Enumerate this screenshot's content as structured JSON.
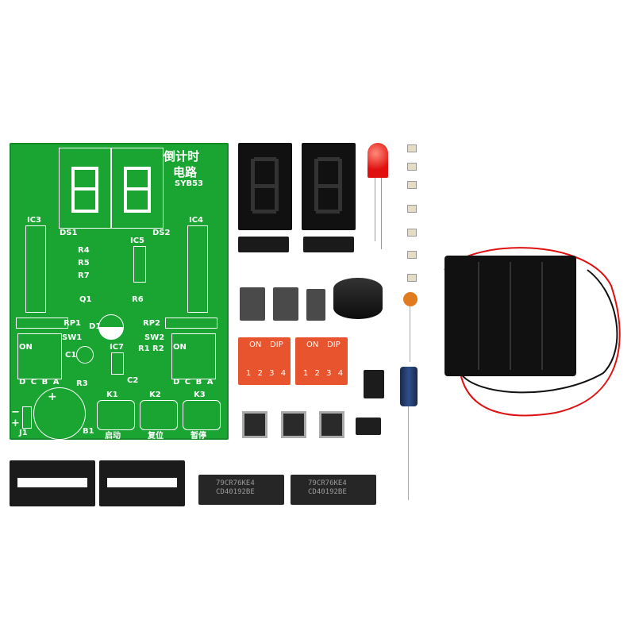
{
  "pcb": {
    "title_line1": "倒计时",
    "title_line2": "电路",
    "model": "SYB53",
    "labels": {
      "ds1": "DS1",
      "ds2": "DS2",
      "ic3": "IC3",
      "ic4": "IC4",
      "ic5": "IC5",
      "ic7": "IC7",
      "r4": "R4",
      "r5": "R5",
      "r7": "R7",
      "r6": "R6",
      "q1": "Q1",
      "d1": "D1",
      "rp1": "RP1",
      "rp2": "RP2",
      "sw1": "SW1",
      "sw2": "SW2",
      "on1": "ON",
      "on2": "ON",
      "c1": "C1",
      "c2": "C2",
      "r1": "R1",
      "r2": "R2",
      "r3": "R3",
      "dcba1": "D C B A",
      "dcba2": "D C B A",
      "k1": "K1",
      "k2": "K2",
      "k3": "K3",
      "b1": "B1",
      "j1": "J1",
      "minus": "−",
      "plus": "+",
      "b1_plus": "+"
    },
    "button_labels": [
      "启动",
      "复位",
      "暂停"
    ],
    "color": "#1aa533"
  },
  "dip_switch": {
    "on": "ON",
    "dip": "DIP",
    "numbers": [
      "1",
      "2",
      "3",
      "4"
    ]
  },
  "ic_chips": [
    {
      "line1": "79CR76KE4",
      "line2": "CD40192BE"
    },
    {
      "line1": "79CR76KE4",
      "line2": "CD40192BE"
    }
  ]
}
